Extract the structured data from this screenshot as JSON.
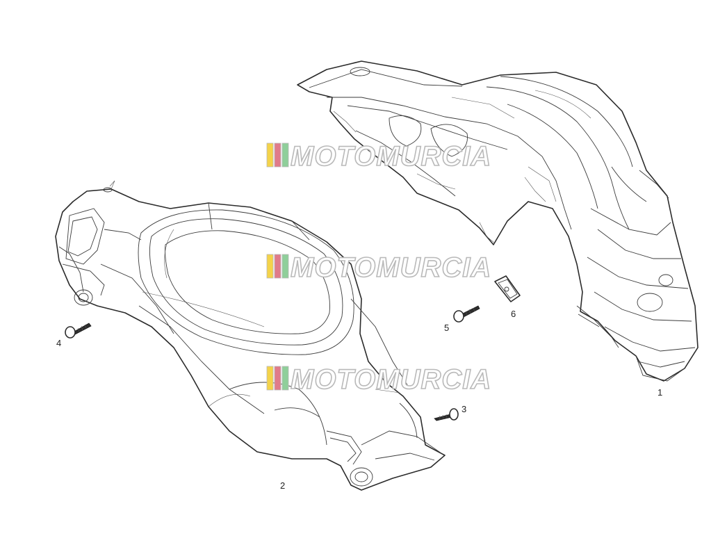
{
  "diagram": {
    "callouts": [
      {
        "id": "1",
        "label": "1"
      },
      {
        "id": "2",
        "label": "2"
      },
      {
        "id": "3",
        "label": "3"
      },
      {
        "id": "4",
        "label": "4"
      },
      {
        "id": "5",
        "label": "5"
      },
      {
        "id": "6",
        "label": "6"
      }
    ]
  },
  "watermark": {
    "text": "MOTOMURCIA",
    "stripe_colors": [
      "#f4d34a",
      "#e07b8a",
      "#8fcf9a"
    ]
  },
  "colors": {
    "line": "#2b2b2b",
    "background": "#ffffff",
    "watermark_outline": "#b9b9b9"
  }
}
